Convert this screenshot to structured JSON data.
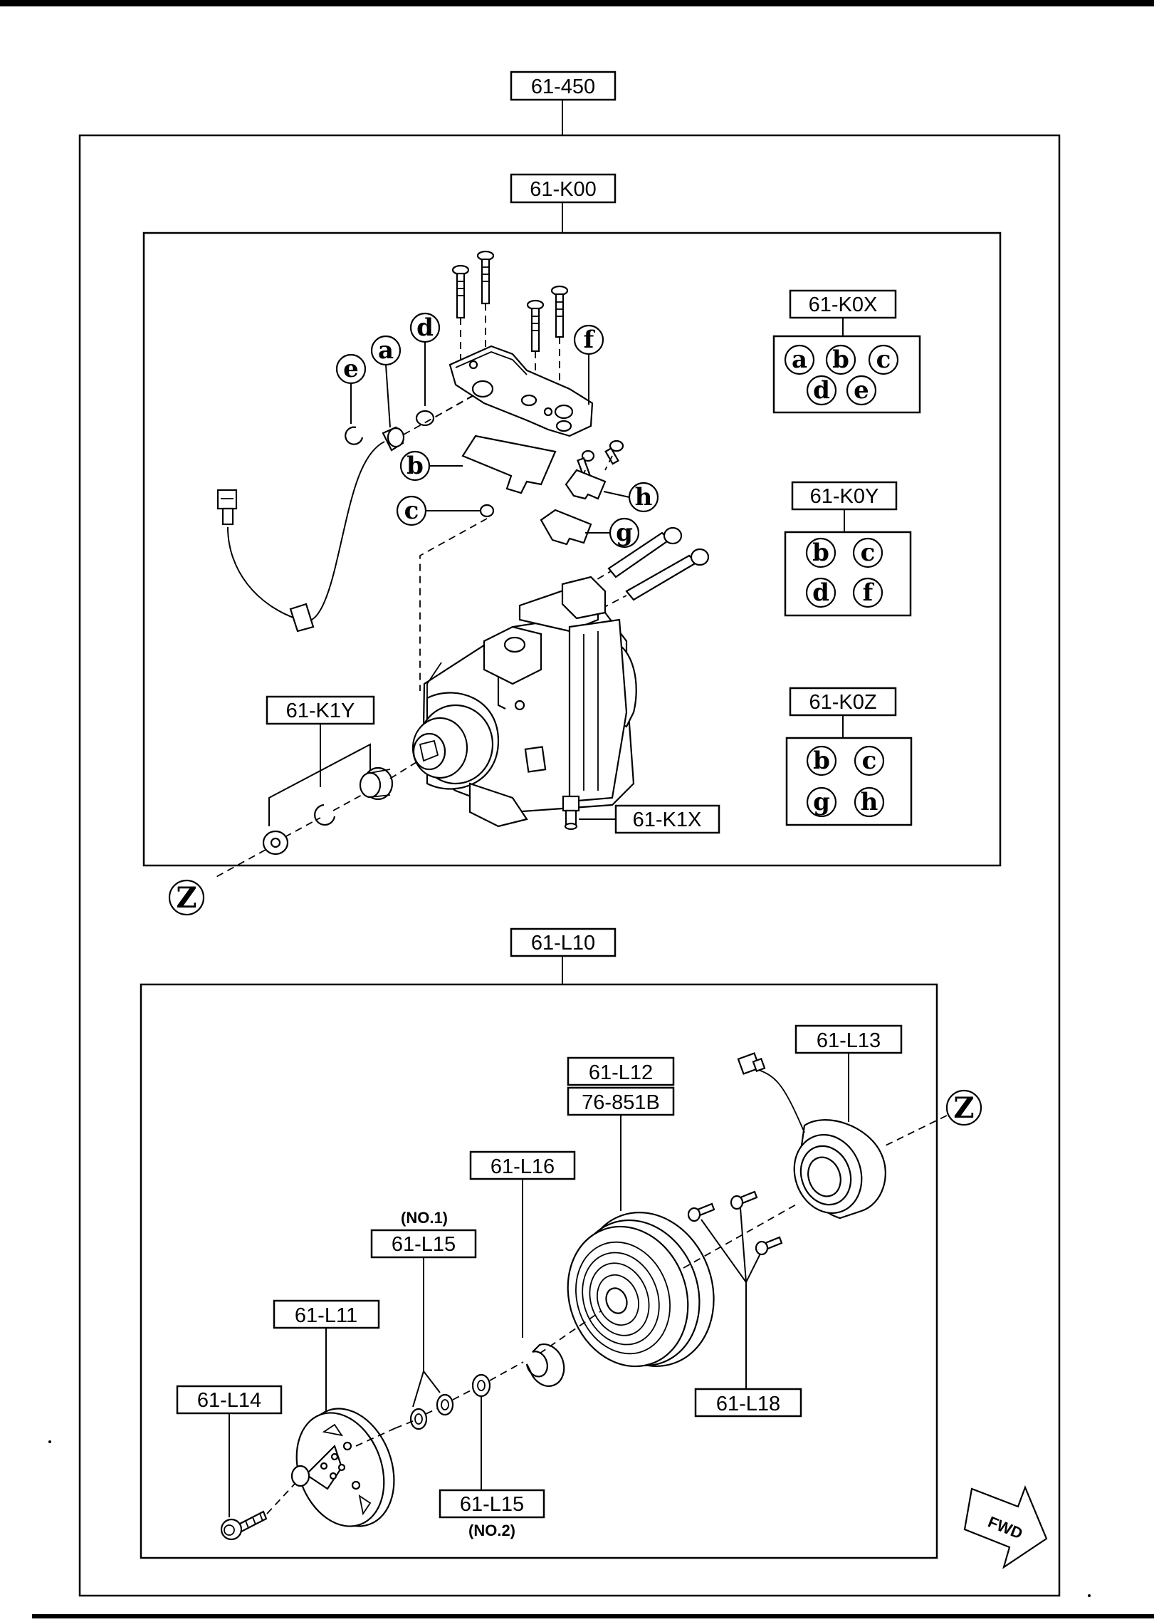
{
  "labels": {
    "top": "61-450",
    "k00": "61-K00",
    "k0x": "61-K0X",
    "k0y": "61-K0Y",
    "k0z": "61-K0Z",
    "k1y": "61-K1Y",
    "k1x": "61-K1X",
    "l10": "61-L10",
    "l13": "61-L13",
    "l12": "61-L12",
    "l12b": "76-851B",
    "l16": "61-L16",
    "l15a": "61-L15",
    "l15a_note": "(NO.1)",
    "l11": "61-L11",
    "l14": "61-L14",
    "l15b": "61-L15",
    "l15b_note": "(NO.2)",
    "l18": "61-L18",
    "fwd": "FWD"
  },
  "callouts": {
    "a": "a",
    "b": "b",
    "c": "c",
    "d": "d",
    "e": "e",
    "f": "f",
    "g": "g",
    "h": "h",
    "z": "Z"
  },
  "kit_contents": {
    "k0x": [
      "a",
      "b",
      "c",
      "d",
      "e"
    ],
    "k0y": [
      "b",
      "c",
      "d",
      "f"
    ],
    "k0z": [
      "b",
      "c",
      "g",
      "h"
    ]
  }
}
